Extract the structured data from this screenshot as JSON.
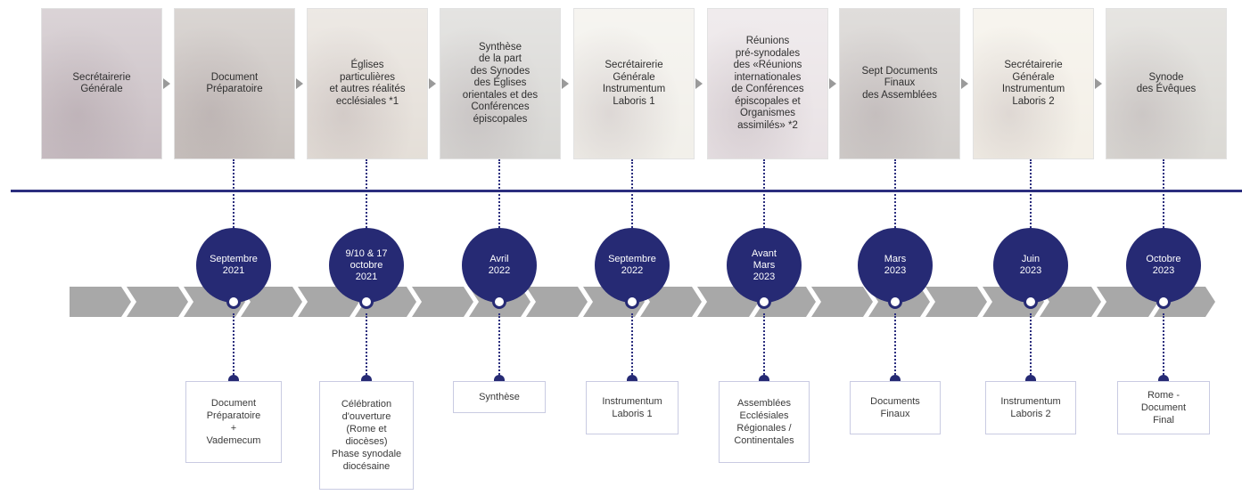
{
  "stages": [
    {
      "card": "Secrétairerie\nGénérale",
      "color": "#c7bcc1",
      "date": "Septembre\n2021",
      "output": "Document\nPréparatoire\n+\nVademecum"
    },
    {
      "card": "Document\nPréparatoire",
      "color": "#c6bfbb",
      "date": "9/10 & 17\noctobre\n2021",
      "output": "Célébration\nd'ouverture\n(Rome et\ndiocèses)\nPhase synodale\ndiocésaine"
    },
    {
      "card": "Églises\nparticulières\net autres réalités\necclésiales *1",
      "color": "#e3ddd6",
      "date": "Avril\n2022",
      "output": "Synthèse"
    },
    {
      "card": "Synthèse\nde la part\ndes Synodes\ndes Églises\norientales et des\nConférences\népiscopales",
      "color": "#d6d5d2",
      "date": "Septembre\n2022",
      "output": "Instrumentum\nLaboris 1"
    },
    {
      "card": "Secrétairerie\nGénérale\nInstrumentum\nLaboris 1",
      "color": "#f1efe9",
      "date": "Avant\nMars\n2023",
      "output": "Assemblées\nEcclésiales\nRégionales /\nContinentales"
    },
    {
      "card": "Réunions\npré-synodales\ndes «Réunions\ninternationales\nde Conférences\népiscopales et\nOrganismes\nassimilés» *2",
      "color": "#e8e1e4",
      "date": "Mars\n2023",
      "output": "Documents\nFinaux"
    },
    {
      "card": "Sept Documents\nFinaux\ndes Assemblées",
      "color": "#cfcbc8",
      "date": "Juin\n2023",
      "output": "Instrumentum\nLaboris 2"
    },
    {
      "card": "Secrétairerie\nGénérale\nInstrumentum\nLaboris 2",
      "color": "#f3efe6",
      "date": "Octobre\n2023",
      "output": "Rome -\nDocument\nFinal"
    },
    {
      "card": "Synode\ndes Évêques",
      "color": "#d9d7d2"
    }
  ],
  "colors": {
    "navy": "#262a74",
    "rule": "#2b2e7e",
    "chevron": "#a8a8a8",
    "box_border": "#c9cbe2"
  }
}
